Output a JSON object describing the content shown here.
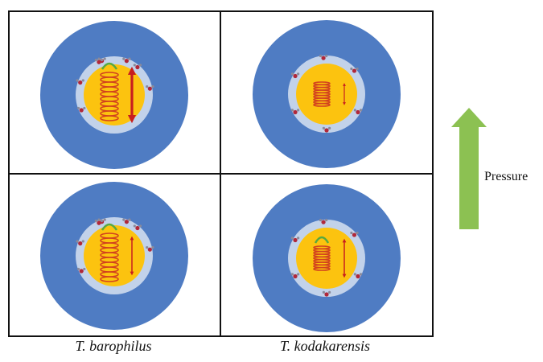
{
  "colors": {
    "outer_ring": "#4f7cc3",
    "inner_ring": "#c2d2ea",
    "core": "#fcc30f",
    "coil": "#d2421e",
    "arrow_red": "#c81e1e",
    "cap_green": "#58a840",
    "pressure_arrow": "#8cc152",
    "grid_line": "#111111"
  },
  "arrow_label": "Pressure",
  "columns": [
    {
      "label": "T. barophilus"
    },
    {
      "label": "T. kodakarensis"
    }
  ],
  "cells": [
    {
      "row": 0,
      "col": 0,
      "coil": "expanded",
      "cap": true,
      "arrow_strength": "strong"
    },
    {
      "row": 0,
      "col": 1,
      "coil": "compressed",
      "cap": false,
      "arrow_strength": "weak"
    },
    {
      "row": 1,
      "col": 0,
      "coil": "expanded",
      "cap": true,
      "arrow_strength": "medium"
    },
    {
      "row": 1,
      "col": 1,
      "coil": "compressed",
      "cap": true,
      "arrow_strength": "medium"
    }
  ]
}
